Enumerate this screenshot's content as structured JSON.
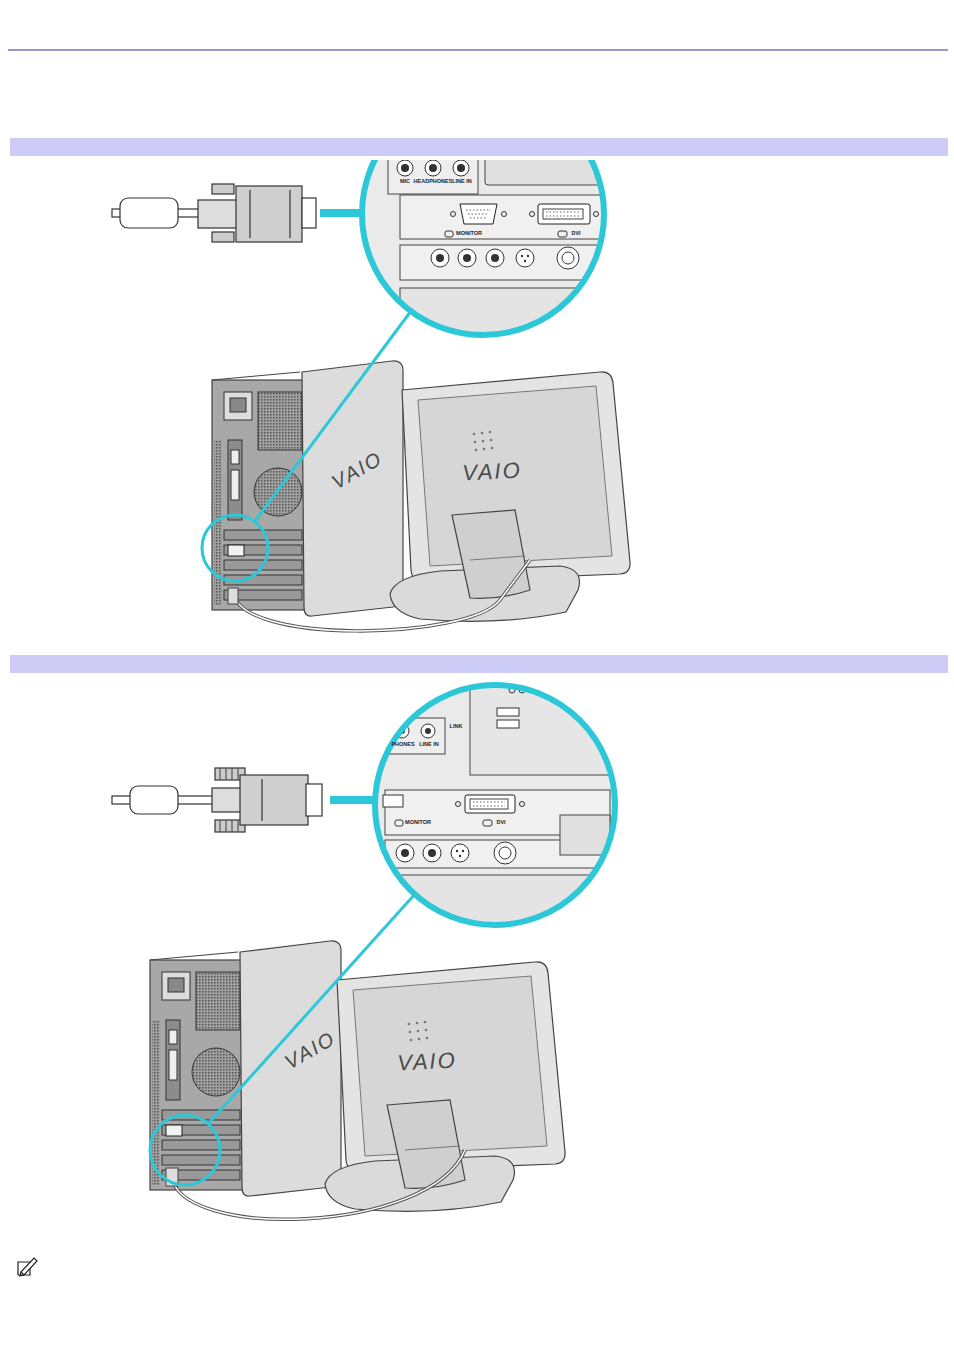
{
  "diagram": {
    "labels": [
      "MIC",
      "HEADPHONES",
      "LINE IN",
      "MONITOR",
      "DVI",
      "VAIO",
      "VAIO",
      "LINK",
      "PHONES",
      "LINE IN",
      "MONITOR",
      "DVI",
      "VAIO",
      "VAIO"
    ]
  }
}
